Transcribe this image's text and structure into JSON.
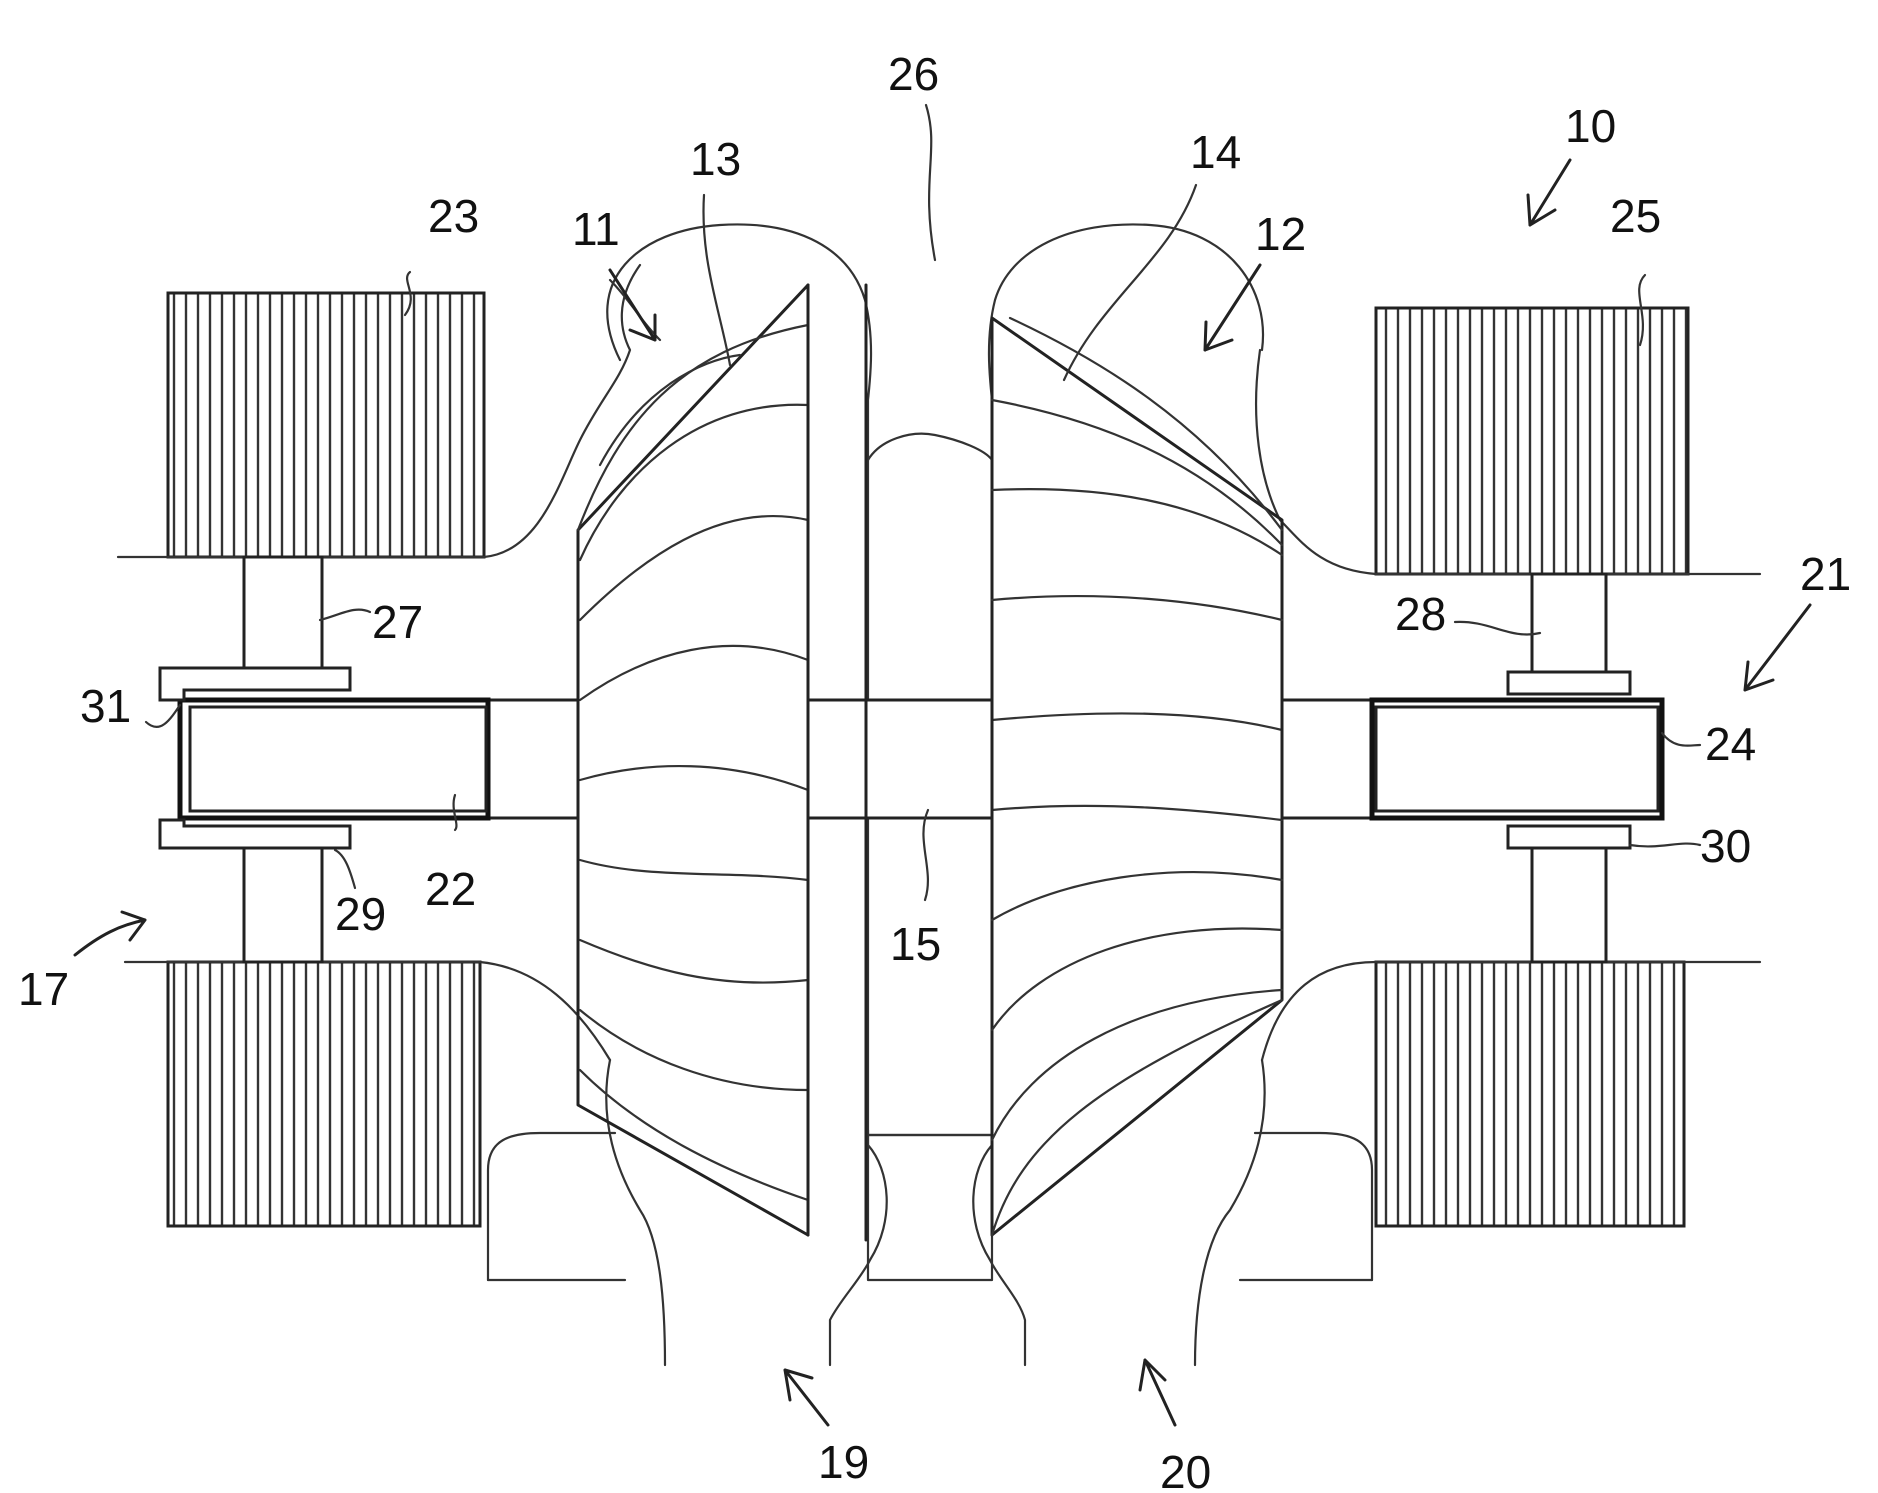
{
  "diagram": {
    "labels": [
      {
        "id": "10",
        "text": "10"
      },
      {
        "id": "11",
        "text": "11"
      },
      {
        "id": "12",
        "text": "12"
      },
      {
        "id": "13",
        "text": "13"
      },
      {
        "id": "14",
        "text": "14"
      },
      {
        "id": "15",
        "text": "15"
      },
      {
        "id": "17",
        "text": "17"
      },
      {
        "id": "19",
        "text": "19"
      },
      {
        "id": "20",
        "text": "20"
      },
      {
        "id": "21",
        "text": "21"
      },
      {
        "id": "22",
        "text": "22"
      },
      {
        "id": "23",
        "text": "23"
      },
      {
        "id": "24",
        "text": "24"
      },
      {
        "id": "25",
        "text": "25"
      },
      {
        "id": "26",
        "text": "26"
      },
      {
        "id": "27",
        "text": "27"
      },
      {
        "id": "28",
        "text": "28"
      },
      {
        "id": "29",
        "text": "29"
      },
      {
        "id": "30",
        "text": "30"
      },
      {
        "id": "31",
        "text": "31"
      }
    ],
    "colors": {
      "line": "#222222",
      "background": "#ffffff"
    }
  }
}
